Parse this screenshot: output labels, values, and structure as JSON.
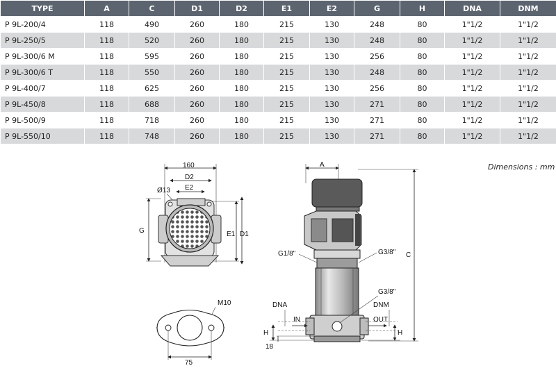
{
  "table": {
    "headers": [
      "TYPE",
      "A",
      "C",
      "D1",
      "D2",
      "E1",
      "E2",
      "G",
      "H",
      "DNA",
      "DNM"
    ],
    "rows": [
      [
        "P 9L-200/4",
        "118",
        "490",
        "260",
        "180",
        "215",
        "130",
        "248",
        "80",
        "1\"1/2",
        "1\"1/2"
      ],
      [
        "P 9L-250/5",
        "118",
        "520",
        "260",
        "180",
        "215",
        "130",
        "248",
        "80",
        "1\"1/2",
        "1\"1/2"
      ],
      [
        "P 9L-300/6 M",
        "118",
        "595",
        "260",
        "180",
        "215",
        "130",
        "256",
        "80",
        "1\"1/2",
        "1\"1/2"
      ],
      [
        "P 9L-300/6 T",
        "118",
        "550",
        "260",
        "180",
        "215",
        "130",
        "248",
        "80",
        "1\"1/2",
        "1\"1/2"
      ],
      [
        "P 9L-400/7",
        "118",
        "625",
        "260",
        "180",
        "215",
        "130",
        "256",
        "80",
        "1\"1/2",
        "1\"1/2"
      ],
      [
        "P 9L-450/8",
        "118",
        "688",
        "260",
        "180",
        "215",
        "130",
        "271",
        "80",
        "1\"1/2",
        "1\"1/2"
      ],
      [
        "P 9L-500/9",
        "118",
        "718",
        "260",
        "180",
        "215",
        "130",
        "271",
        "80",
        "1\"1/2",
        "1\"1/2"
      ],
      [
        "P 9L-550/10",
        "118",
        "748",
        "260",
        "180",
        "215",
        "130",
        "271",
        "80",
        "1\"1/2",
        "1\"1/2"
      ]
    ]
  },
  "note": "Dimensions : mm",
  "drawing_labels": {
    "top_width": "160",
    "d2": "D2",
    "hole": "Ø13",
    "e2": "E2",
    "g": "G",
    "e1": "E1",
    "d1": "D1",
    "m10": "M10",
    "flange_width": "75",
    "a": "A",
    "c": "C",
    "g18": "G1/8\"",
    "g38_top": "G3/8\"",
    "g38_bottom": "G3/8\"",
    "dna": "DNA",
    "dnm": "DNM",
    "in": "IN",
    "out": "OUT",
    "h_left": "H",
    "h_right": "H",
    "base_18": "18"
  },
  "colors": {
    "header_bg": "#5c6470",
    "row_alt": "#d8d9db"
  }
}
